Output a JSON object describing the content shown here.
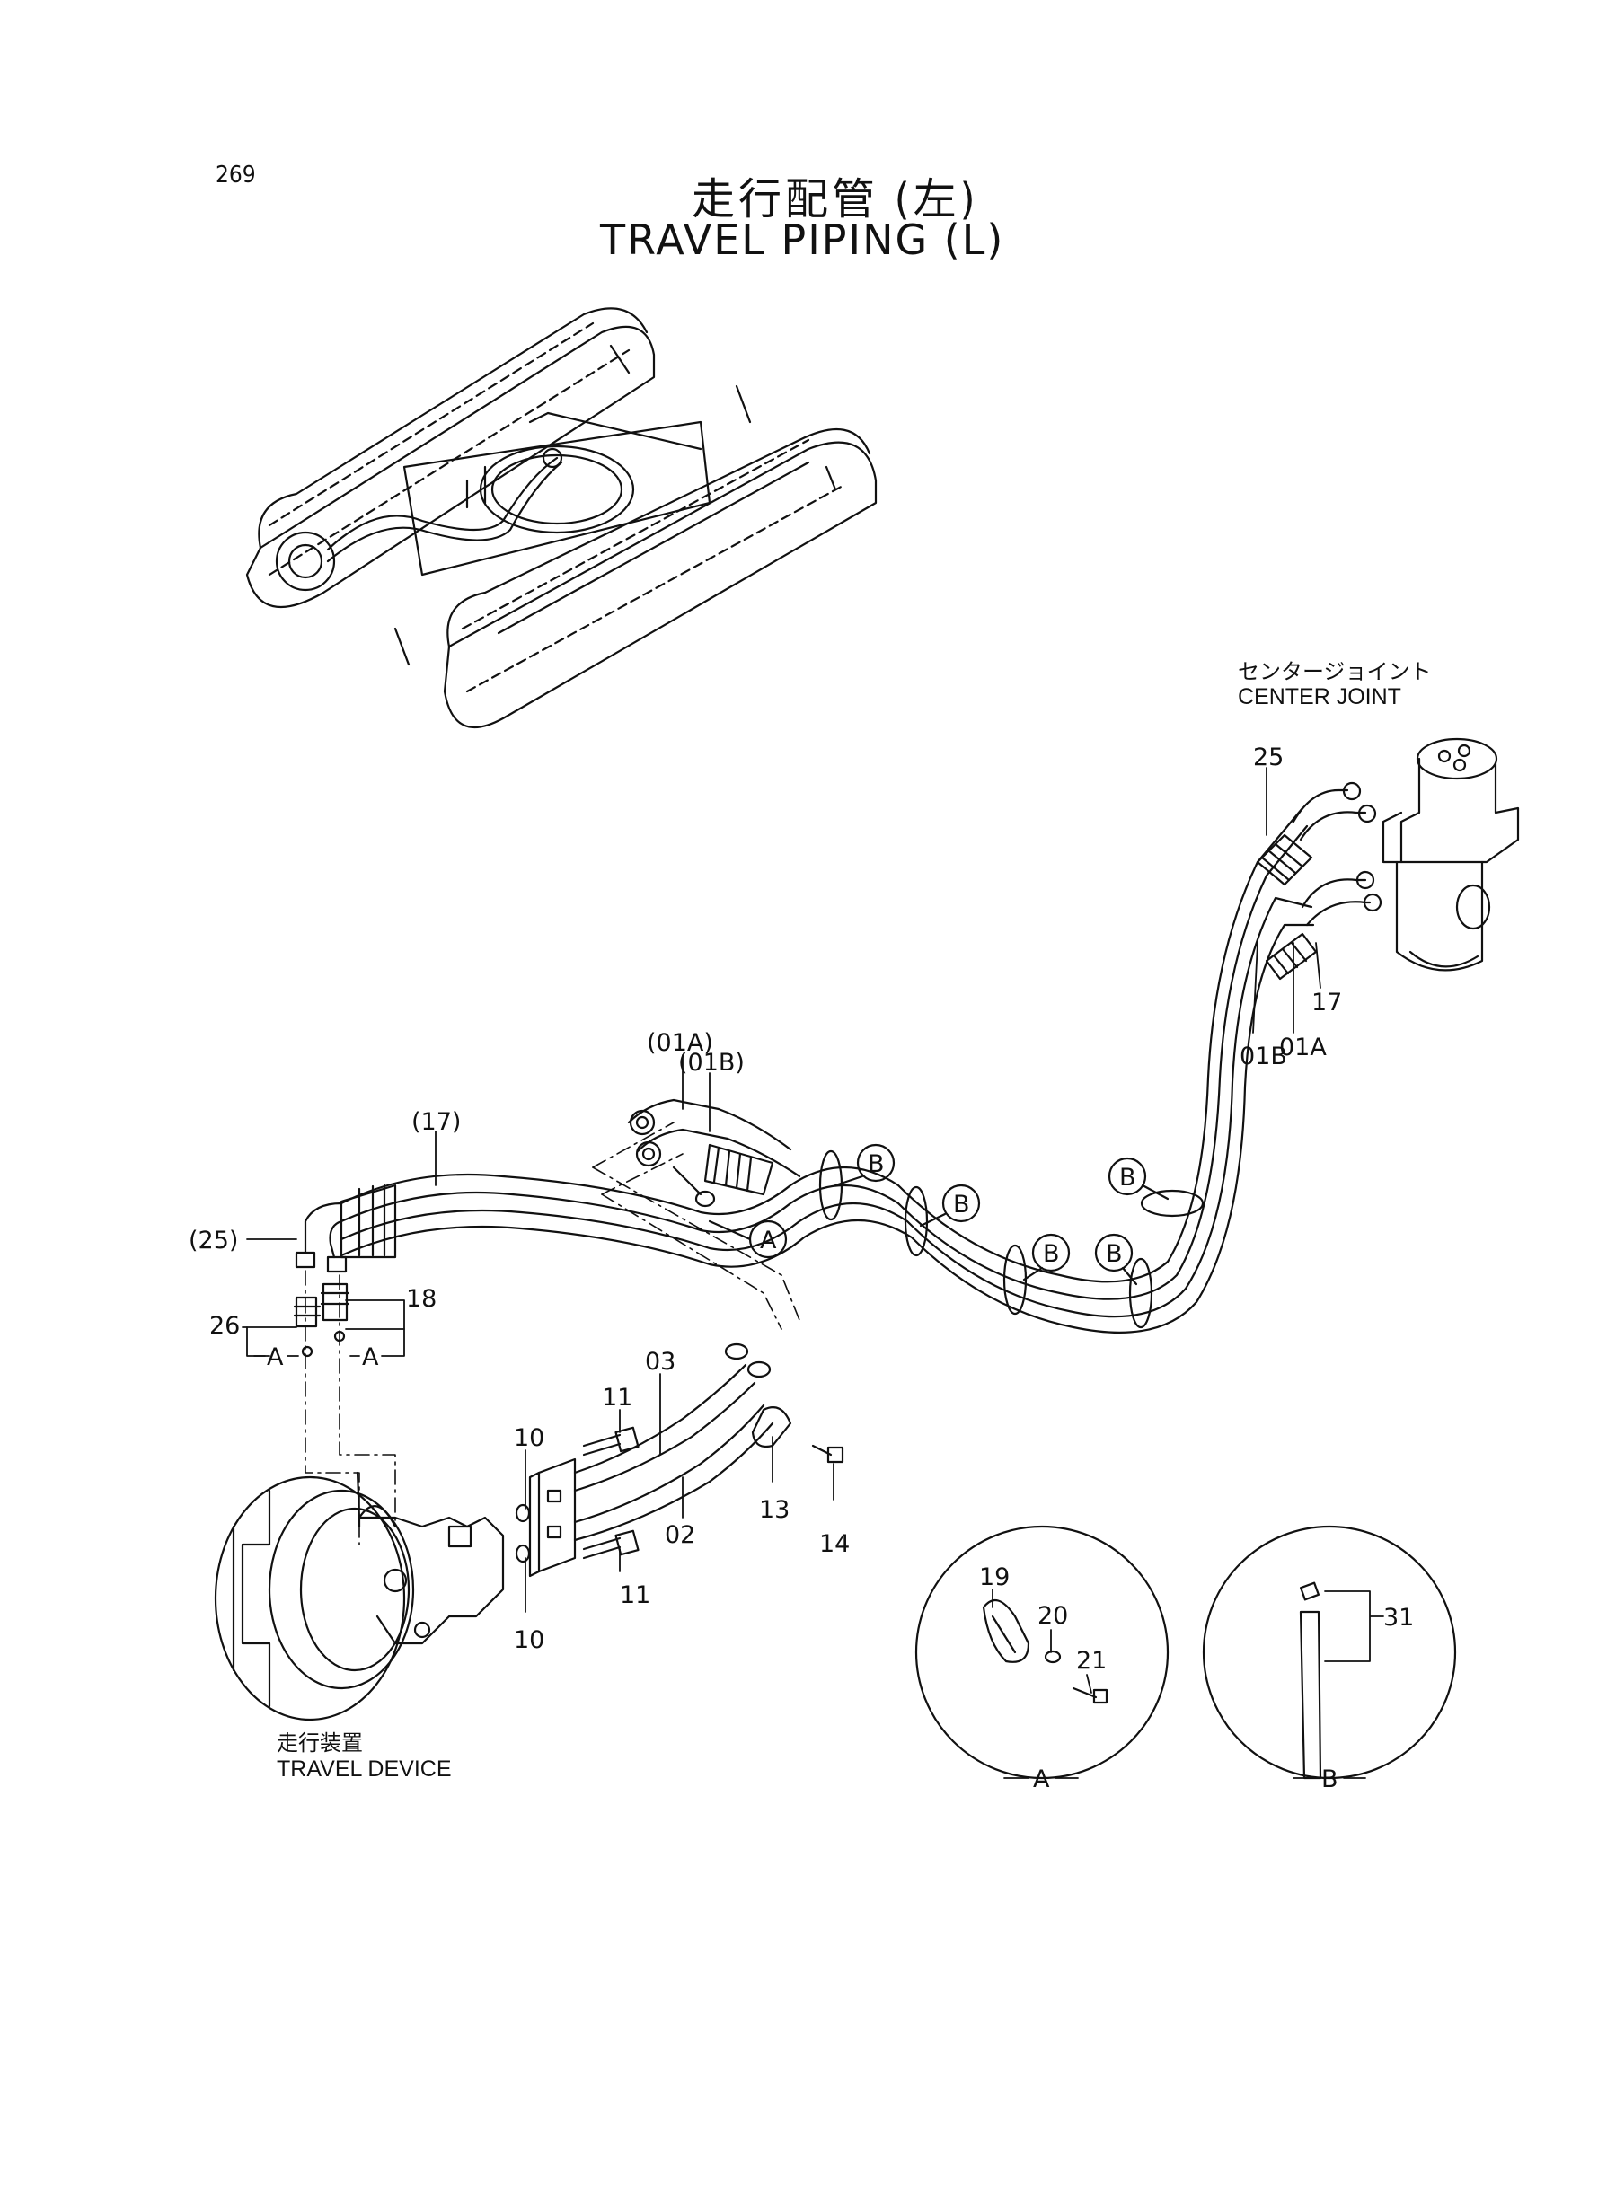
{
  "header": {
    "page_number": "269",
    "title_jp": "走行配管 (左)",
    "title_en": "TRAVEL PIPING (L)"
  },
  "labels": {
    "center_joint_jp": "センタージョイント",
    "center_joint_en": "CENTER JOINT",
    "travel_device_jp": "走行装置",
    "travel_device_en": "TRAVEL DEVICE"
  },
  "parts": {
    "p25": "25",
    "p01a": "01A",
    "p17": "17",
    "p01b": "01B",
    "p01a_paren": "(01A)",
    "p01b_paren": "(01B)",
    "p17_paren": "(17)",
    "p25_paren": "(25)",
    "p18": "18",
    "p26": "26",
    "p11a": "11",
    "p11b": "11",
    "p03": "03",
    "p02": "02",
    "p10a": "10",
    "p10b": "10",
    "p13": "13",
    "p14": "14",
    "p19": "19",
    "p20": "20",
    "p21": "21",
    "p31": "31"
  },
  "callouts": {
    "a": "A",
    "b": "B"
  }
}
